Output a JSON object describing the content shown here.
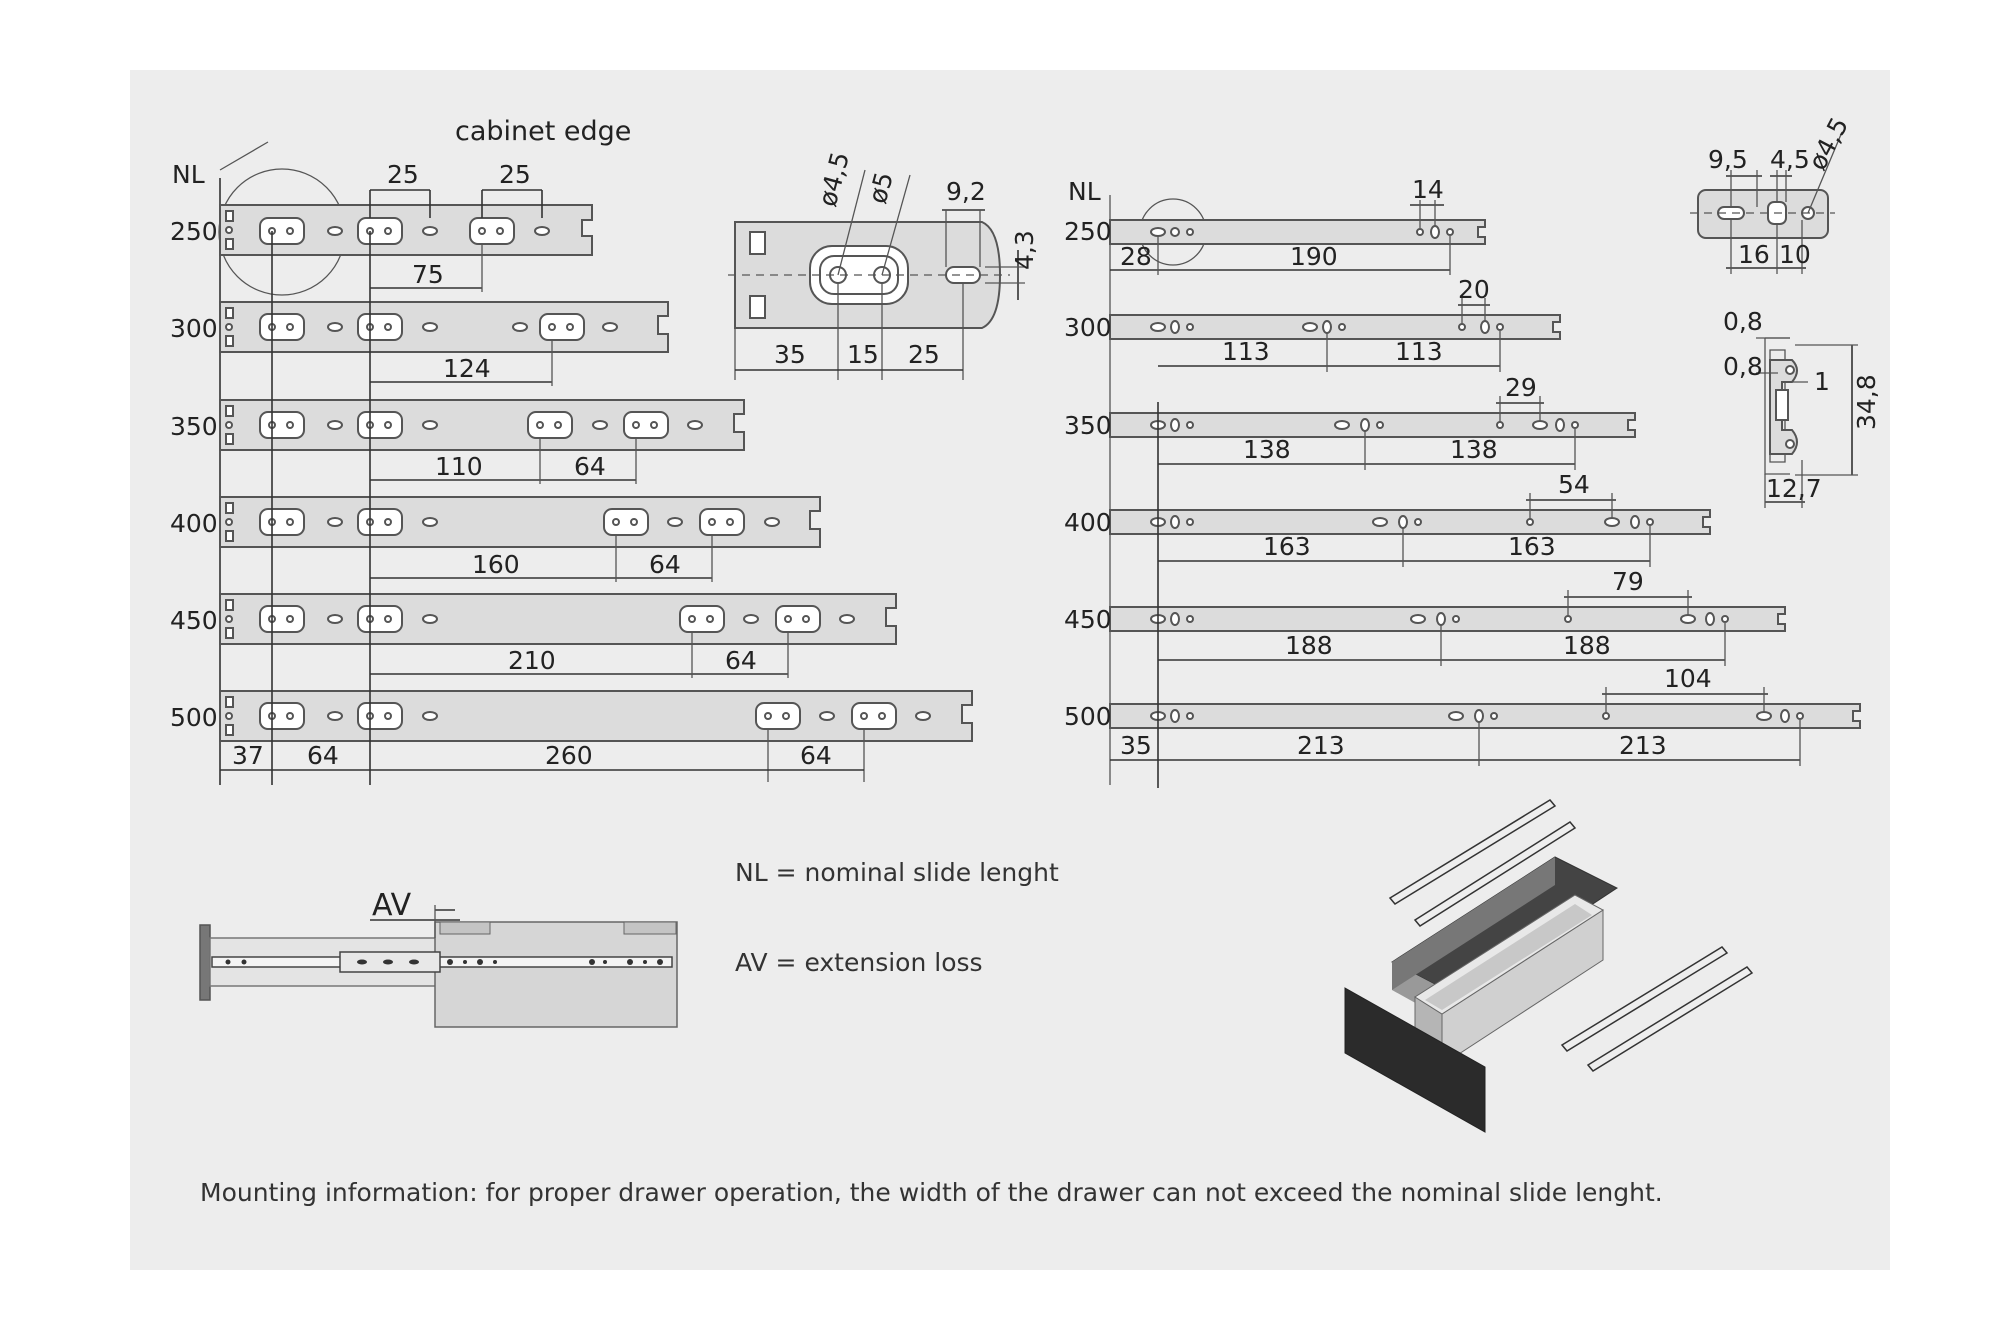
{
  "labels": {
    "cabinet_edge": "cabinet edge",
    "nl": "NL",
    "av": "AV",
    "legend_nl": "NL = nominal slide lenght",
    "legend_av": "AV = extension loss",
    "mounting_note": "Mounting information: for proper drawer operation, the width of the drawer can not exceed the nominal slide lenght."
  },
  "left_rows": [
    {
      "nl": "250",
      "dims": [
        "75"
      ]
    },
    {
      "nl": "300",
      "dims": [
        "124"
      ]
    },
    {
      "nl": "350",
      "dims": [
        "110",
        "64"
      ]
    },
    {
      "nl": "400",
      "dims": [
        "160",
        "64"
      ]
    },
    {
      "nl": "450",
      "dims": [
        "210",
        "64"
      ]
    },
    {
      "nl": "500",
      "dims": [
        "260",
        "64"
      ]
    }
  ],
  "left_top_dims": [
    "25",
    "25"
  ],
  "left_bottom_dims": [
    "37",
    "64"
  ],
  "detail_dims": [
    "ø4,5",
    "ø5",
    "9,2",
    "4,3",
    "35",
    "15",
    "25"
  ],
  "right_rows": [
    {
      "nl": "250",
      "top": "14",
      "dims": [
        "28",
        "190"
      ]
    },
    {
      "nl": "300",
      "top": "20",
      "dims": [
        "113",
        "113"
      ]
    },
    {
      "nl": "350",
      "top": "29",
      "dims": [
        "138",
        "138"
      ]
    },
    {
      "nl": "400",
      "top": "54",
      "dims": [
        "163",
        "163"
      ]
    },
    {
      "nl": "450",
      "top": "79",
      "dims": [
        "188",
        "188"
      ]
    },
    {
      "nl": "500",
      "top": "104",
      "dims": [
        "35",
        "213",
        "213"
      ]
    }
  ],
  "profile_dims": [
    "9,5",
    "4,5",
    "ø4,5",
    "16",
    "10",
    "0,8",
    "0,8",
    "1",
    "34,8",
    "12,7"
  ]
}
